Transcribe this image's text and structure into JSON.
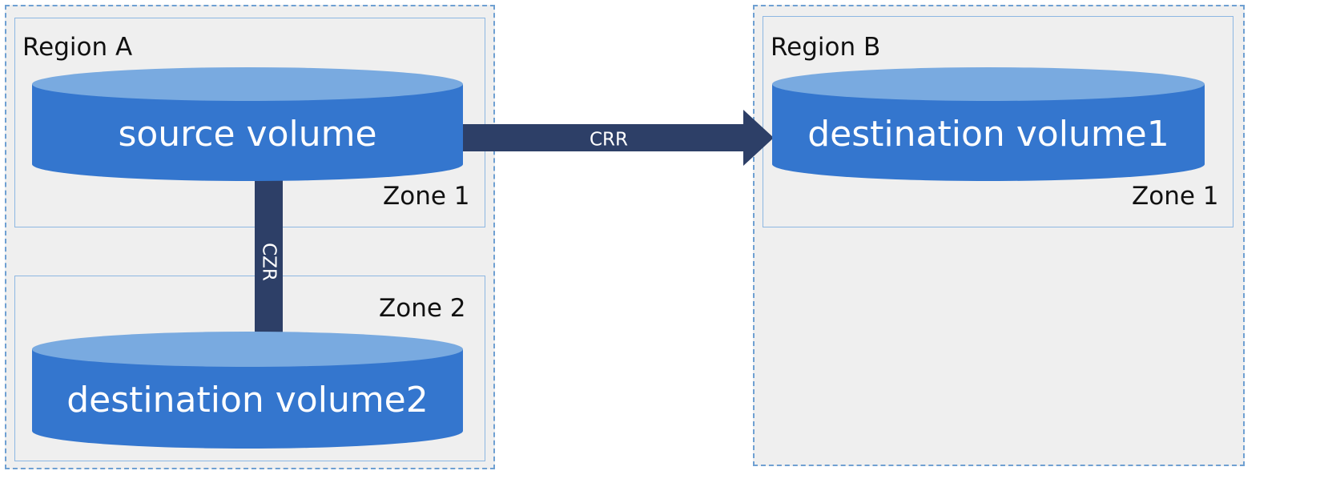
{
  "regions": [
    {
      "label": "Region A",
      "zones": [
        {
          "label": "Zone 1"
        },
        {
          "label": "Zone 2"
        }
      ]
    },
    {
      "label": "Region B",
      "zones": [
        {
          "label": "Zone 1"
        }
      ]
    }
  ],
  "volumes": {
    "source": "source volume",
    "dest1": "destination volume1",
    "dest2": "destination volume2"
  },
  "links": {
    "crr": "CRR",
    "czr": "CZR"
  },
  "colors": {
    "volume_side": "#3476ce",
    "volume_top": "#79aae0",
    "arrow": "#2d3f67",
    "region_bg": "#efefef",
    "region_border": "#6fa0d2",
    "zone_border": "#8db7e2"
  }
}
